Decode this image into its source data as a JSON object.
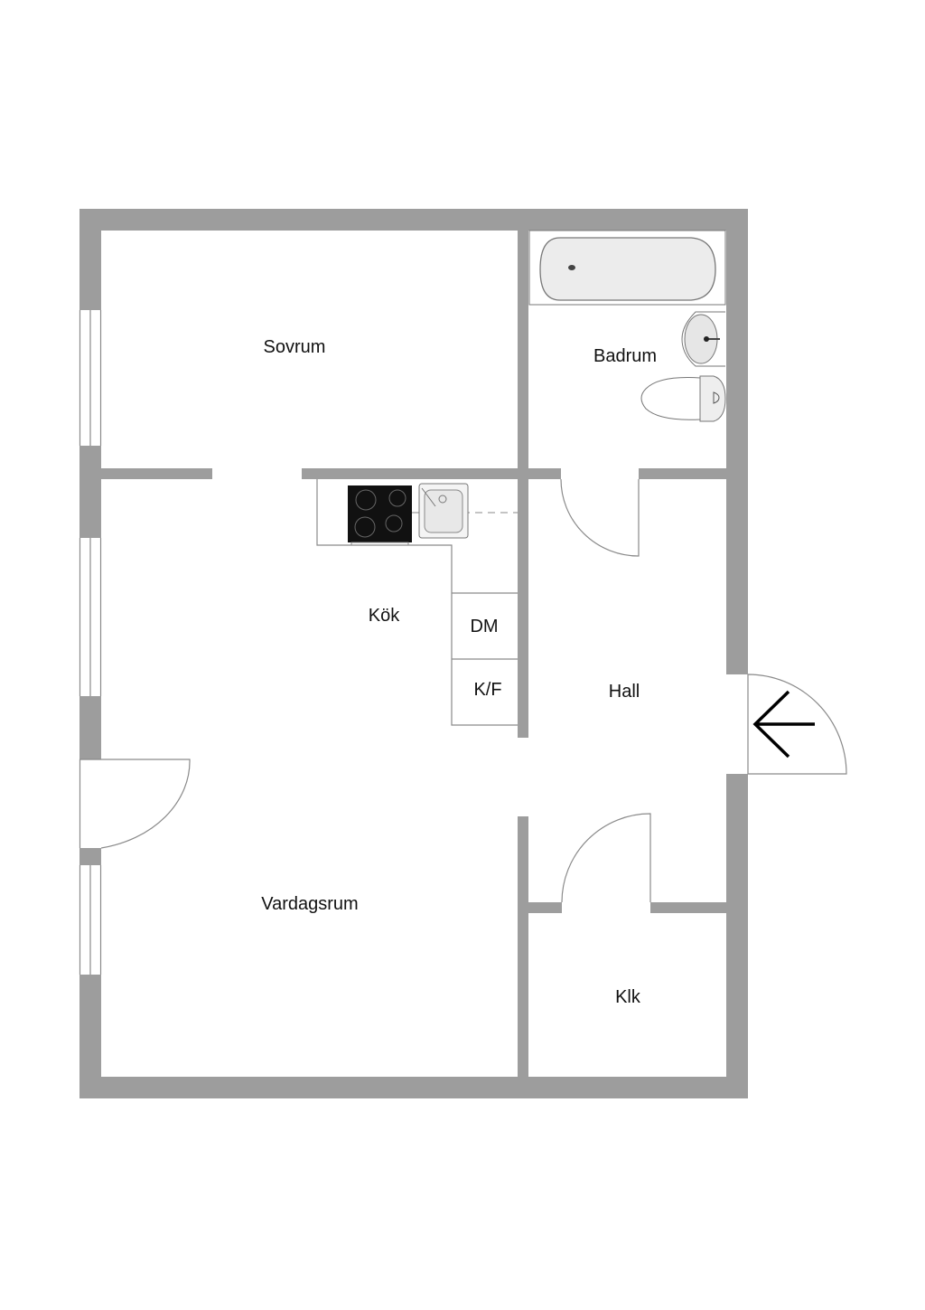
{
  "title": "Floor plan",
  "rooms": {
    "sovrum": "Sovrum",
    "badrum": "Badrum",
    "kok": "Kök",
    "dm": "DM",
    "kf": "K/F",
    "hall": "Hall",
    "vardagsrum": "Vardagsrum",
    "klk": "Klk"
  },
  "colors": {
    "wall": "#9d9d9d",
    "line": "#8a8a8a",
    "stove": "#111111"
  },
  "icons": [
    "entrance-arrow-icon",
    "stove-icon",
    "sink-icon",
    "bathtub-icon",
    "washbasin-icon",
    "toilet-icon"
  ]
}
